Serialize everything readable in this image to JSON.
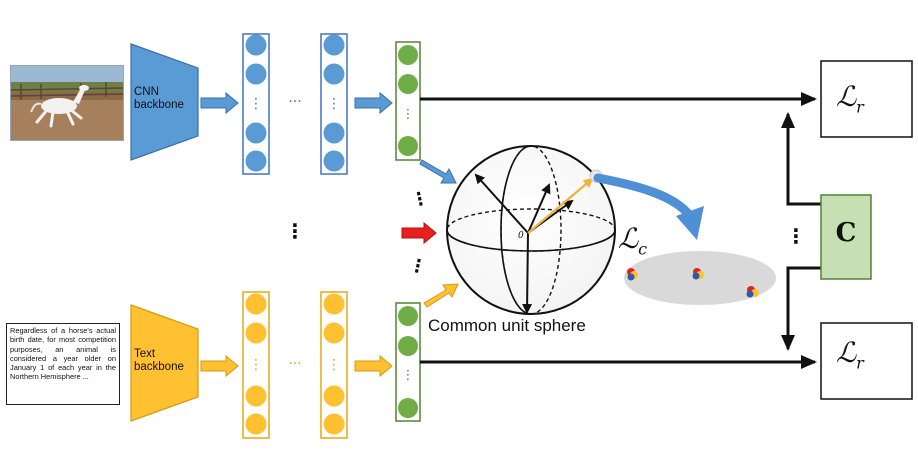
{
  "image_branch": {
    "backbone_label": "CNN\nbackbone",
    "photo": "horse-photo"
  },
  "text_branch": {
    "backbone_label": "Text\nbackbone",
    "input_text": "Regardless of a horse's actual birth date, for most competition purposes, an animal is considered a year older on January 1 of each year in the Northern Hemisphere ..."
  },
  "sphere": {
    "caption": "Common unit sphere",
    "origin_label": "0"
  },
  "losses": {
    "reconstruction_top": "ℒ",
    "reconstruction_top_sub": "r",
    "reconstruction_bottom": "ℒ",
    "reconstruction_bottom_sub": "r",
    "contrastive": "ℒ",
    "contrastive_sub": "c"
  },
  "classifier": {
    "label": "C"
  },
  "colors": {
    "image_branch": "#5b9bd5",
    "image_border": "#4472c4",
    "text_branch": "#ffc032",
    "text_border": "#e6a817",
    "embedding": "#70ad47",
    "embedding_border": "#548235",
    "classifier_fill": "#c6e0b4",
    "middle_arrow": "#e8201c",
    "projection_arrow": "#4f8fd6",
    "scatter_disk": "#d9d9d9"
  }
}
